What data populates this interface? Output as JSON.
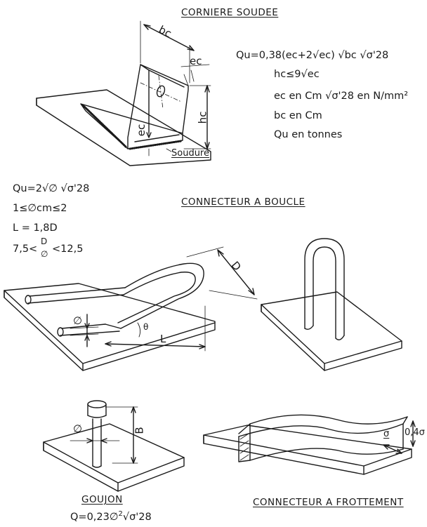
{
  "titles": {
    "corniere": "CORNIERE SOUDEE",
    "boucle": "CONNECTEUR A BOUCLE",
    "goujon": "GOUJON",
    "frottement": "CONNECTEUR A FROTTEMENT"
  },
  "corniere": {
    "formula": "Qu=0,38(ec+2√ec) √bc √σ'28",
    "cond": "hc≤9√ec",
    "units1": "ec  en Cm   √σ'28 en N/mm²",
    "units2": "bc  en Cm",
    "units3": "Qu  en tonnes",
    "dim_bc": "bc",
    "dim_ec_top": "ec",
    "dim_hc": "hc",
    "dim_ec_low": "ec",
    "soudure": "Soudure"
  },
  "boucle": {
    "formula": "Qu=2√∅ √σ'28",
    "range": "1≤∅cm≤2",
    "length": "L = 1,8D",
    "ratio_left": "7,5<",
    "ratio_num": "D",
    "ratio_den": "∅",
    "ratio_right": "<12,5",
    "dim_D": "D",
    "dim_phi": "∅",
    "dim_L": "L",
    "dim_angle": "θ"
  },
  "goujon": {
    "dim_phi": "∅",
    "dim_B": "B",
    "formula_base": "Q=0,23∅",
    "formula_exp": "2",
    "formula_root": "√σ'28"
  },
  "frottement": {
    "dim_sigma": "σ",
    "dim_value": "0,4σ"
  }
}
